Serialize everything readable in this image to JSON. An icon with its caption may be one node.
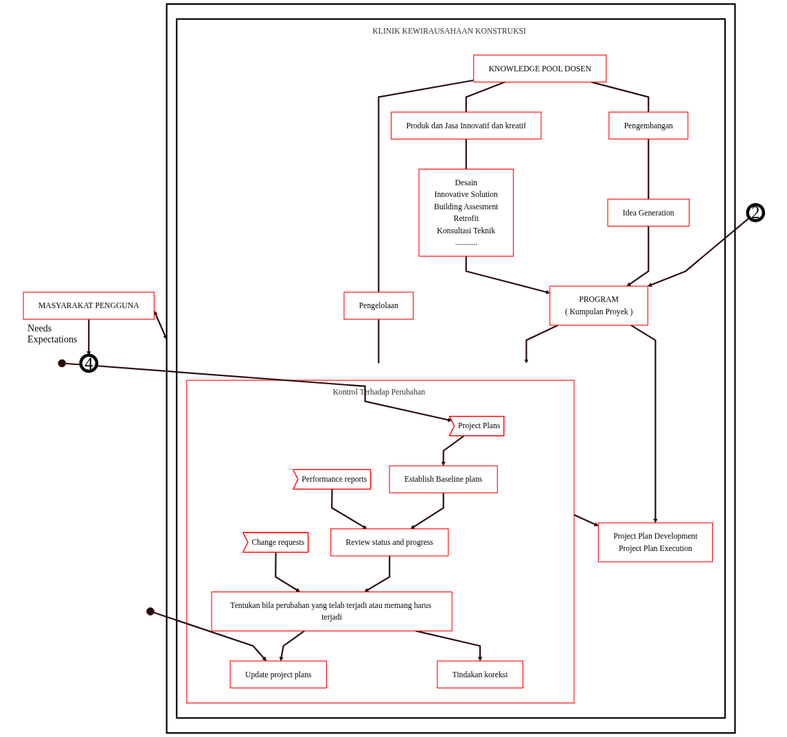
{
  "diagram": {
    "nodes": [
      {
        "text": [],
        "shape": "box"
      },
      {
        "text": [
          "KLINIK KEWIRAUSAHAAN KONSTRUKSI"
        ],
        "in": 0
      },
      {
        "text": [
          "KNOWLEDGE POOL DOSEN"
        ],
        "in": 1
      },
      {
        "text": [
          "Produk dan Jasa Innovatif dan kreatif"
        ],
        "in": 1
      },
      {
        "text": [
          "Pengembangan"
        ],
        "in": 1
      },
      {
        "text": [
          "Pengelolaan"
        ],
        "in": 1
      },
      {
        "text": [
          "Desain",
          "Innovative Solution",
          "Building Assesment",
          "Retrofit",
          "Konsultasi Teknik",
          "..........."
        ],
        "in": 1
      },
      {
        "text": [
          "Idea Generation"
        ],
        "in": 1
      },
      {
        "text": [
          "Project Plan Development",
          "Project Plan Execution"
        ],
        "in": 1
      },
      {
        "text": [
          "PROGRAM",
          "( Kumpulan Proyek )"
        ],
        "in": 1
      },
      {
        "text": [
          "Kontrol Terhadap Perubahan"
        ],
        "in": 1
      },
      {
        "text": [
          "Project Plans"
        ],
        "in": 10
      },
      {
        "text": [
          "Establish Baseline plans"
        ],
        "in": 10
      },
      {
        "text": [
          "Performance reports"
        ],
        "in": 10
      },
      {
        "text": [
          "Review status and progress"
        ],
        "in": 10
      },
      {
        "text": [
          "Change requests"
        ],
        "in": 10
      },
      {
        "text": [
          "Tentukan bila perubahan yang telah terjadi atau memang harus terjadi"
        ],
        "in": 10
      },
      {
        "text": [
          "Update project plans"
        ],
        "in": 10
      },
      {
        "text": [
          "Tindakan koreksi"
        ],
        "in": 10
      },
      {
        "text": [
          "MASYARAKAT PENGGUNA"
        ],
        "beside": [
          "Needs",
          "Expectations"
        ]
      },
      {
        "text": [
          "2"
        ]
      },
      {
        "text": [
          "4"
        ]
      }
    ],
    "edges": [
      {
        "from": 2,
        "to": 3,
        "arrow": "none"
      },
      {
        "from": 2,
        "to": 4,
        "arrow": "none"
      },
      {
        "from": 2,
        "to": 5,
        "arrow": "none"
      },
      {
        "from": 5,
        "to": 10,
        "arrow": "none"
      },
      {
        "from": 3,
        "to": 6,
        "arrow": "none"
      },
      {
        "from": 4,
        "to": 7,
        "arrow": "none"
      },
      {
        "from": 6,
        "to": 9,
        "arrow": "to"
      },
      {
        "from": 7,
        "to": 9,
        "arrow": "to"
      },
      {
        "from": 9,
        "to": 8,
        "arrow": "to"
      },
      {
        "from": 9,
        "to": 10,
        "arrow": "to"
      },
      {
        "from": 10,
        "to": 8,
        "arrow": "to"
      },
      {
        "from": null,
        "to": 11,
        "arrow": "to"
      },
      {
        "from": null,
        "to": 17,
        "arrow": "to"
      },
      {
        "from": 11,
        "to": 12,
        "arrow": "to"
      },
      {
        "from": 13,
        "to": 14,
        "arrow": "to"
      },
      {
        "from": 15,
        "to": 16,
        "arrow": "to"
      },
      {
        "from": 12,
        "to": 14,
        "arrow": "to"
      },
      {
        "from": 14,
        "to": 16,
        "arrow": "to"
      },
      {
        "from": 16,
        "to": 17,
        "arrow": "to"
      },
      {
        "from": 16,
        "to": 18,
        "arrow": "to"
      },
      {
        "from": 19,
        "to": 0,
        "arrow": "both"
      },
      {
        "from": 20,
        "to": 9,
        "arrow": "to"
      },
      {
        "from": 19,
        "to": 21,
        "arrow": "to"
      }
    ]
  }
}
